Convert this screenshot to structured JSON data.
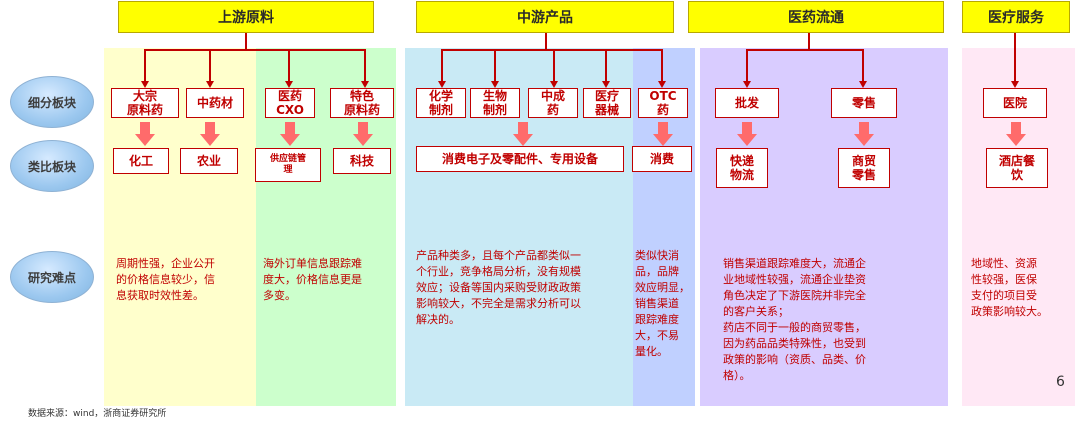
{
  "headers": {
    "upstream": "上游原料",
    "midstream": "中游产品",
    "distribution": "医药流通",
    "medical": "医疗服务"
  },
  "row_labels": {
    "segment": "细分板块",
    "analogy": "类比板块",
    "difficulty": "研究难点"
  },
  "segments": {
    "bulk_api": "大宗\n原料药",
    "tcm": "中药材",
    "cxo": "医药\nCXO",
    "specialty_api": "特色\n原料药",
    "chem_drugs": "化学\n制剂",
    "bio_drugs": "生物\n制剂",
    "tcm_drugs": "中成\n药",
    "devices": "医疗\n器械",
    "otc": "OTC\n药",
    "wholesale": "批发",
    "retail": "零售",
    "hospital": "医院"
  },
  "analogies": {
    "chemical": "化工",
    "agriculture": "农业",
    "supply_chain": "供应链管\n理",
    "tech": "科技",
    "consumer_elec": "消费电子及零配件、专用设备",
    "consumer": "消费",
    "express": "快递\n物流",
    "commerce": "商贸\n零售",
    "hotel": "酒店餐\n饮"
  },
  "notes": {
    "upstream_a": "周期性强，企业公开\n的价格信息较少，信\n息获取时效性差。",
    "upstream_b": "海外订单信息跟踪难\n度大，价格信息更是\n多变。",
    "midstream_a": "产品种类多，且每个产品都类似一\n个行业，竞争格局分析，没有规模\n效应；设备等国内采购受财政政策\n影响较大，不完全是需求分析可以\n解决的。",
    "midstream_b": "类似快消\n品，品牌\n效应明显，\n销售渠道\n跟踪难度\n大，不易\n量化。",
    "distribution": "销售渠道跟踪难度大，流通企\n业地域性较强，流通企业垫资\n角色决定了下游医院并非完全\n的客户关系；\n药店不同于一般的商贸零售，\n因为药品品类特殊性，也受到\n政策的影响（资质、品类、价\n格）。",
    "medical": "地域性、资源\n性较强，医保\n支付的项目受\n政策影响较大。"
  },
  "footer": {
    "source": "数据来源：wind，浙商证券研究所",
    "page": "6"
  },
  "colors": {
    "accent_red": "#c00000",
    "header_yellow": "#ffff00",
    "col_yellow": "#ffffcc",
    "col_green": "#ccffcc",
    "col_blue": "#c9eaf5",
    "col_periwinkle": "#c0d0ff",
    "col_purple": "#d9ccff",
    "col_pink": "#ffe8f5"
  }
}
